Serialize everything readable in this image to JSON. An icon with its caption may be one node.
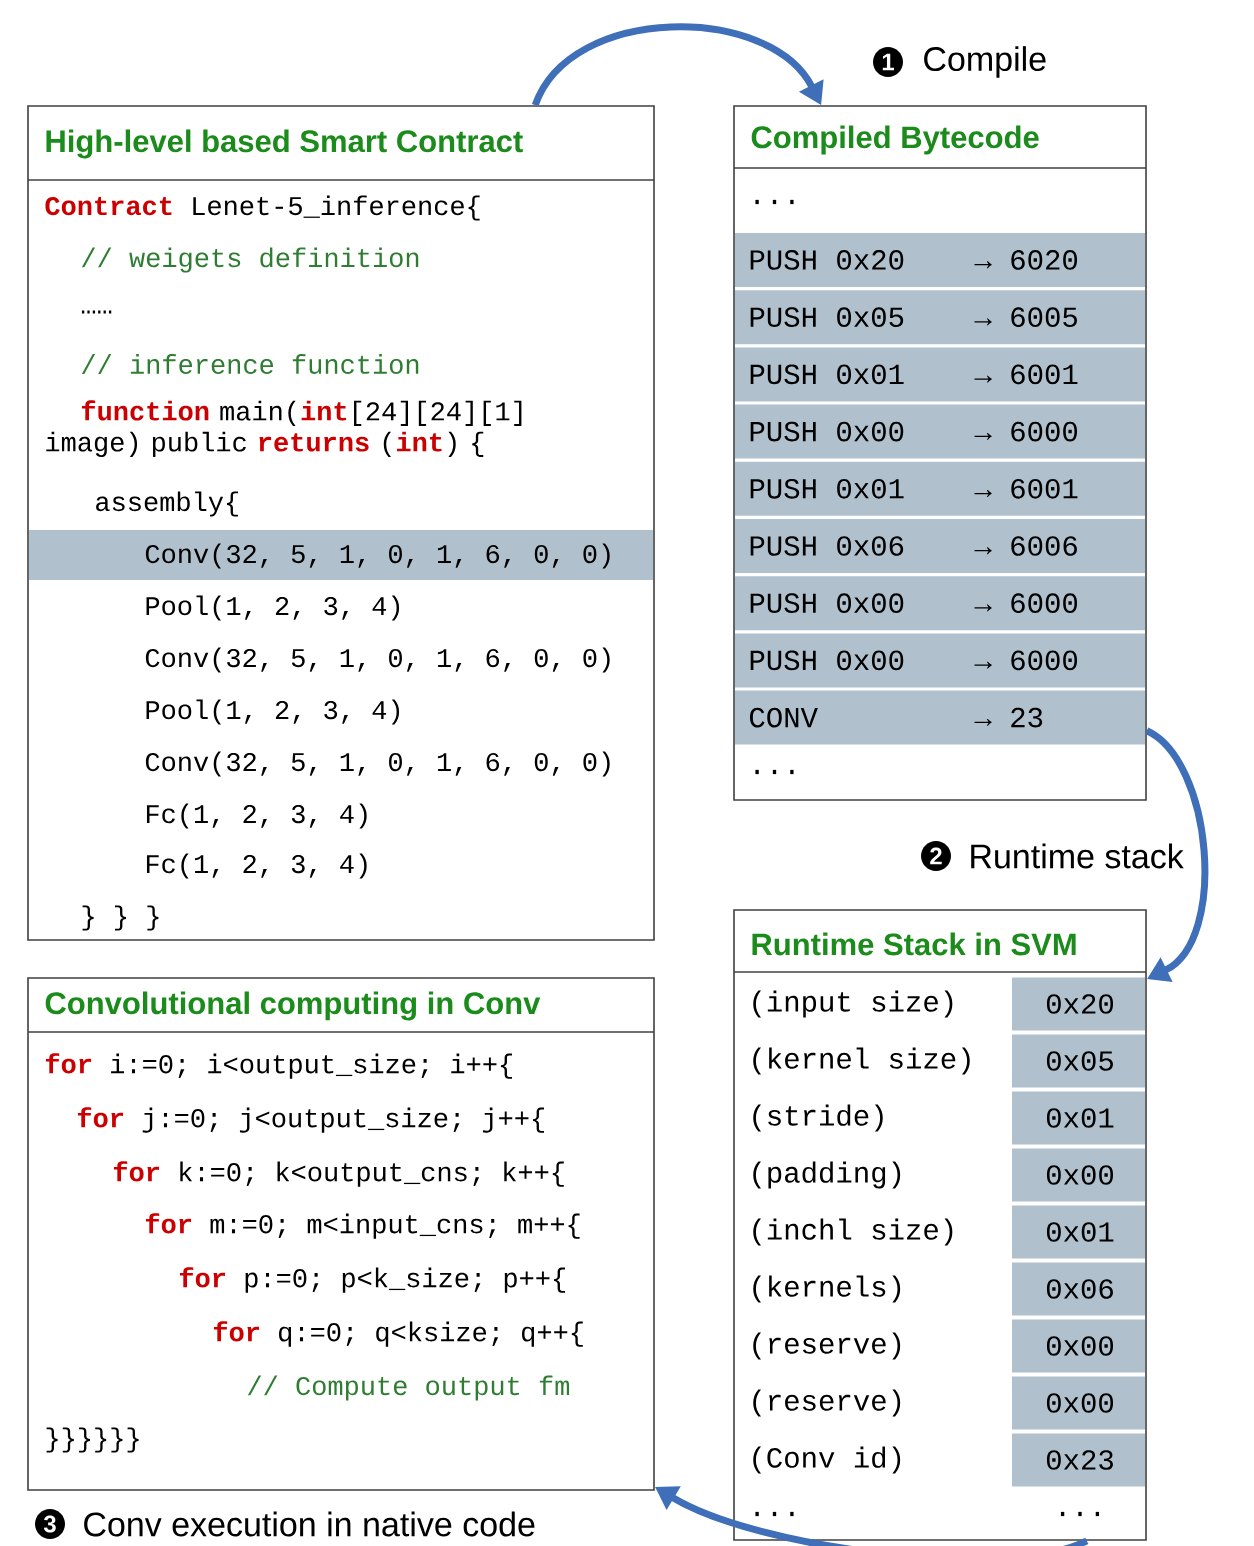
{
  "diagram": {
    "nodes": [
      {
        "text": [
          "High-level based Smart Contract",
          "**Contract** Lenet-5_inference{",
          "// weigets definition",
          "……",
          "// inference function",
          "**function** main(**int**[24][24][1] image) public **returns** (**int**) {",
          "assembly{",
          "Conv(32, 5, 1, 0, 1, 6, 0, 0)",
          "Pool(1, 2, 3, 4)",
          "Conv(32, 5, 1, 0, 1, 6, 0, 0)",
          "Pool(1, 2, 3, 4)",
          "Conv(32, 5, 1, 0, 1, 6, 0, 0)",
          "Fc(1, 2, 3, 4)",
          "Fc(1, 2, 3, 4)",
          "} } }"
        ]
      },
      {
        "text": [
          "Compiled Bytecode",
          "...",
          "PUSH 0x20",
          "→ 6020",
          "PUSH 0x05",
          "→ 6005",
          "PUSH 0x01",
          "→ 6001",
          "PUSH 0x00",
          "→ 6000",
          "PUSH 0x01",
          "→ 6001",
          "PUSH 0x06",
          "→ 6006",
          "PUSH 0x00",
          "→ 6000",
          "PUSH 0x00",
          "→ 6000",
          "CONV",
          "→ 23",
          "..."
        ]
      },
      {
        "text": [
          "Runtime Stack in SVM",
          "(input size)",
          "0x20",
          "(kernel size)",
          "0x05",
          "(stride)",
          "0x01",
          "(padding)",
          "0x00",
          "(inchl size)",
          "0x01",
          "(kernels)",
          "0x06",
          "(reserve)",
          "0x00",
          "(reserve)",
          "0x00",
          "(Conv id)",
          "0x23",
          "...",
          "..."
        ]
      },
      {
        "text": [
          "Convolutional computing in Conv",
          "**for** i:=0; i<output_size; i++{",
          "**for** j:=0; j<output_size; j++{",
          "**for** k:=0; k<output_cns; k++{",
          "**for** m:=0; m<input_cns; m++{",
          "**for** p:=0; p<k_size; p++{",
          "**for** q:=0; q<ksize; q++{",
          "// Compute output fm",
          "}}}}}}"
        ]
      }
    ],
    "edges": [
      {
        "from": 0,
        "to": 1,
        "arrow": "to",
        "label": "Compile"
      },
      {
        "from": 1,
        "to": 2,
        "arrow": "to",
        "label": "Runtime stack"
      },
      {
        "from": 2,
        "to": 3,
        "arrow": "to",
        "label": "Conv execution in native code"
      }
    ],
    "labels": [
      "1",
      "2",
      "3"
    ]
  }
}
